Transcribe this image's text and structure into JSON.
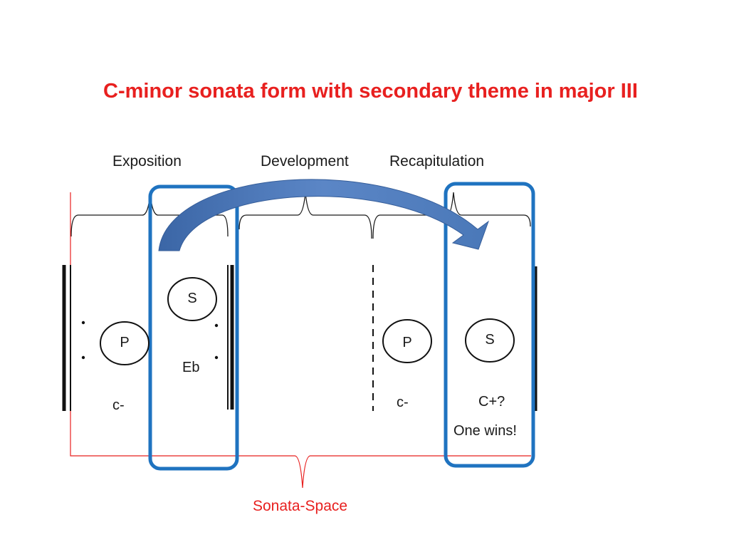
{
  "title": "C-minor sonata form with secondary theme in major III",
  "sections": {
    "exposition": "Exposition",
    "development": "Development",
    "recapitulation": "Recapitulation"
  },
  "exposition": {
    "primary": "P",
    "secondary": "S",
    "primary_key": "c-",
    "secondary_key": "Eb"
  },
  "recapitulation": {
    "primary": "P",
    "secondary": "S",
    "primary_key": "c-",
    "secondary_key": "C+?",
    "note": "One wins!"
  },
  "span_label": "Sonata-Space",
  "colors": {
    "title": "#e8201f",
    "highlight_box": "#1f73c0",
    "arrow": "#4a78b8",
    "bracket": "#1a1a1a",
    "sonata_space_bracket": "#e8201f"
  }
}
